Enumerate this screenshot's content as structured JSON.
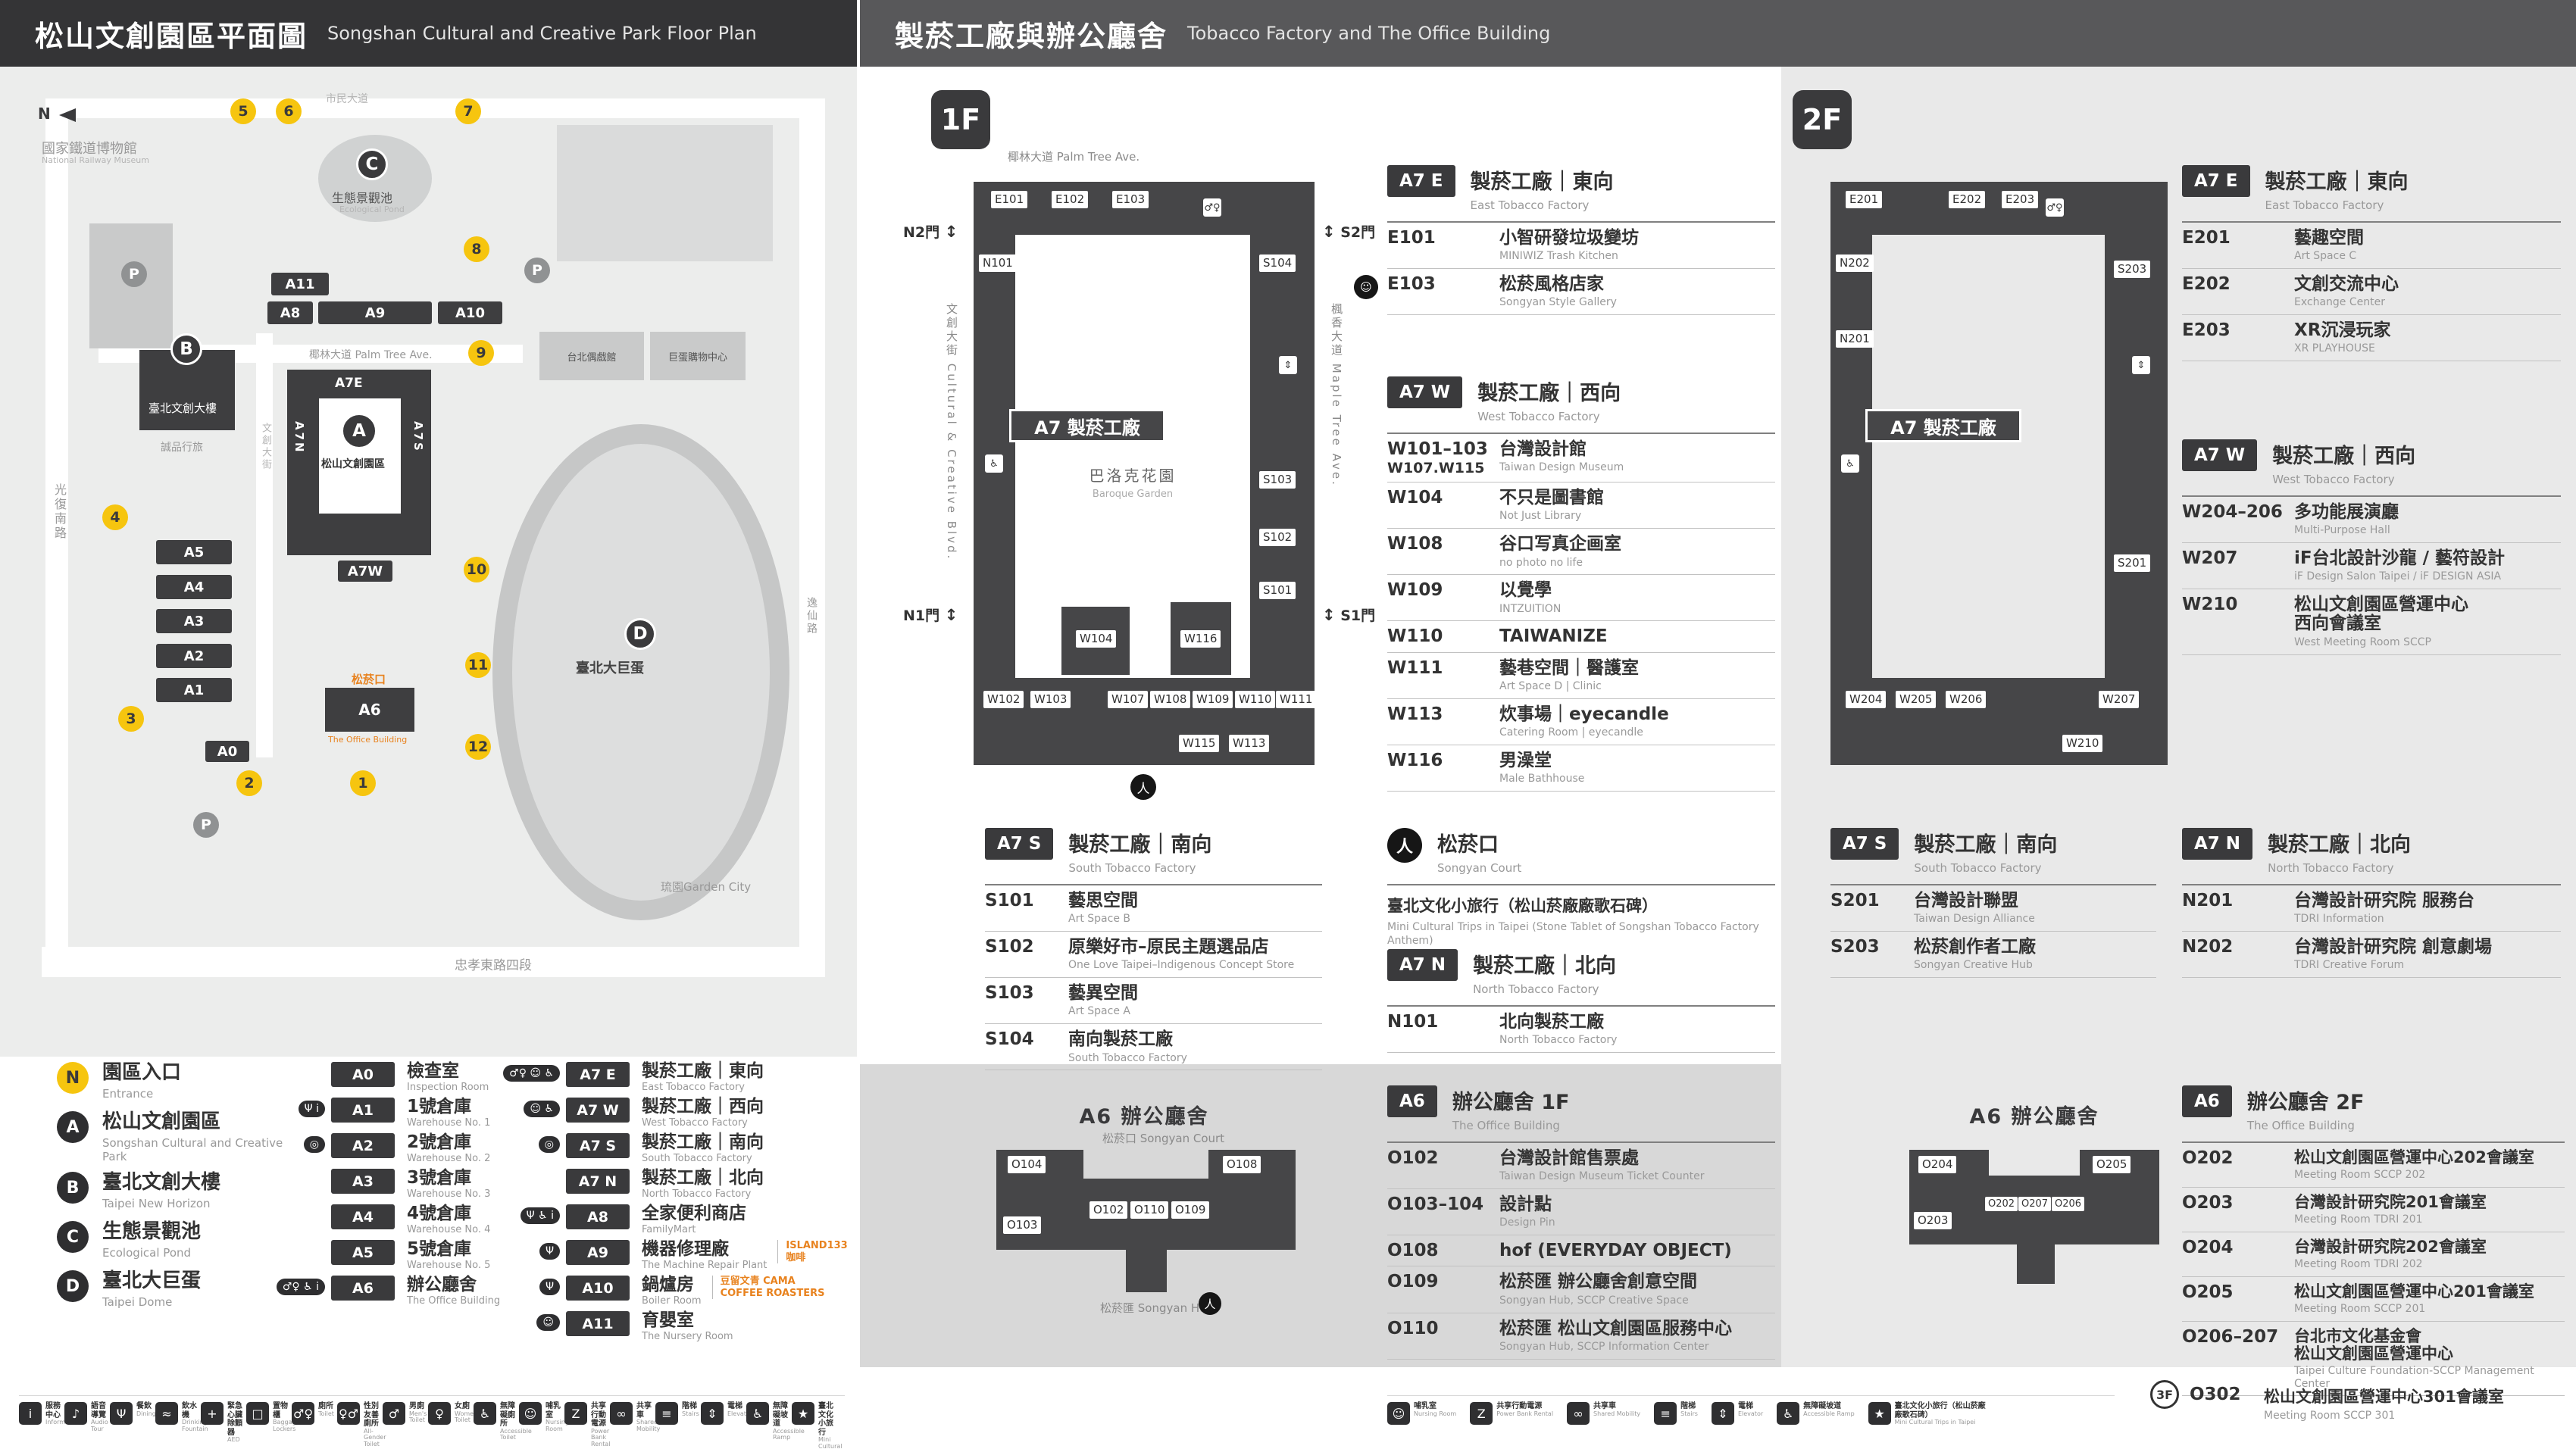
{
  "left_panel": {
    "header": {
      "zh": "松山文創園區平面圖",
      "en": "Songshan Cultural and Creative Park Floor Plan"
    },
    "map": {
      "north": "N",
      "streets": {
        "top": "市民大道",
        "left": "光復南路",
        "right": "逸仙路",
        "bottom": "忠孝東路四段",
        "palm": "椰林大道 Palm Tree Ave.",
        "cc": "文創大街"
      },
      "pois": {
        "railway_zh": "國家鐵道博物館",
        "railway_en": "National Railway Museum",
        "pond_zh": "生態景觀池",
        "pond_en": "Ecological Pond",
        "bhz_zh": "臺北文創大樓",
        "eslite": "誠品行旅",
        "puppet": "台北偶戲館",
        "mall": "巨蛋購物中心",
        "park_zh": "松山文創園區",
        "dome_zh": "臺北大巨蛋",
        "court": "松菸口",
        "office_en": "The Office Building",
        "garden_city": "琉園Garden City",
        "p": "P"
      },
      "badges": {
        "a": "A",
        "b": "B",
        "c": "C",
        "d": "D"
      },
      "blocks": {
        "a11": "A11",
        "a8": "A8",
        "a9": "A9",
        "a10": "A10",
        "a7e": "A7E",
        "a7n": "A7N",
        "a7s": "A7S",
        "a7w": "A7W",
        "a5": "A5",
        "a4": "A4",
        "a3": "A3",
        "a2": "A2",
        "a1": "A1",
        "a0": "A0",
        "a6": "A6"
      },
      "entrances": [
        "1",
        "2",
        "3",
        "4",
        "5",
        "6",
        "7",
        "8",
        "9",
        "10",
        "11",
        "12"
      ]
    },
    "legend": {
      "entrance": {
        "badge": "N",
        "zh": "園區入口",
        "en": "Entrance"
      },
      "landmarks": [
        {
          "badge": "A",
          "zh": "松山文創園區",
          "en": "Songshan Cultural and Creative Park"
        },
        {
          "badge": "B",
          "zh": "臺北文創大樓",
          "en": "Taipei New Horizon"
        },
        {
          "badge": "C",
          "zh": "生態景觀池",
          "en": "Ecological Pond"
        },
        {
          "badge": "D",
          "zh": "臺北大巨蛋",
          "en": "Taipei Dome"
        }
      ],
      "col2": [
        {
          "code": "A0",
          "zh": "檢查室",
          "en": "Inspection Room"
        },
        {
          "code": "A1",
          "zh": "1號倉庫",
          "en": "Warehouse No. 1",
          "icons": "Ψ i"
        },
        {
          "code": "A2",
          "zh": "2號倉庫",
          "en": "Warehouse No. 2",
          "icons": "◎"
        },
        {
          "code": "A3",
          "zh": "3號倉庫",
          "en": "Warehouse No. 3"
        },
        {
          "code": "A4",
          "zh": "4號倉庫",
          "en": "Warehouse No. 4"
        },
        {
          "code": "A5",
          "zh": "5號倉庫",
          "en": "Warehouse No. 5"
        },
        {
          "code": "A6",
          "zh": "辦公廳舍",
          "en": "The Office Building",
          "icons": "♂♀ ♿ i"
        }
      ],
      "col3": [
        {
          "code": "A7 E",
          "zh": "製菸工廠｜東向",
          "en": "East Tobacco Factory",
          "icons": "♂♀ ☺ ♿"
        },
        {
          "code": "A7 W",
          "zh": "製菸工廠｜西向",
          "en": "West Tobacco Factory",
          "icons": "☺ ♿"
        },
        {
          "code": "A7 S",
          "zh": "製菸工廠｜南向",
          "en": "South Tobacco Factory",
          "icons": "◎"
        },
        {
          "code": "A7 N",
          "zh": "製菸工廠｜北向",
          "en": "North Tobacco Factory"
        },
        {
          "code": "A8",
          "zh": "全家便利商店",
          "en": "FamilyMart",
          "icons": "Ψ ♿ i"
        },
        {
          "code": "A9",
          "zh": "機器修理廠",
          "en": "The Machine Repair Plant",
          "extra": "ISLAND133 咖啡",
          "icons": "Ψ"
        },
        {
          "code": "A10",
          "zh": "鍋爐房",
          "en": "Boiler Room",
          "extra": "豆留文青 CAMA COFFEE ROASTERS",
          "icons": "Ψ"
        },
        {
          "code": "A11",
          "zh": "育嬰室",
          "en": "The Nursery Room",
          "icons": "☺"
        }
      ]
    },
    "strip": [
      {
        "g": "i",
        "zh": "服務中心",
        "en": "Information"
      },
      {
        "g": "♪",
        "zh": "語音導覽",
        "en": "Audio Tour"
      },
      {
        "g": "Ψ",
        "zh": "餐飲",
        "en": "Dining"
      },
      {
        "g": "≈",
        "zh": "飲水機",
        "en": "Drinking Fountain"
      },
      {
        "g": "+",
        "zh": "緊急心臟除顫器",
        "en": "AED"
      },
      {
        "g": "□",
        "zh": "置物櫃",
        "en": "Baggage Lockers"
      },
      {
        "g": "♂♀",
        "zh": "廁所",
        "en": "Toilet"
      },
      {
        "g": "♀♂",
        "zh": "性別友善廁所",
        "en": "All-Gender Toilet"
      },
      {
        "g": "♂",
        "zh": "男廁",
        "en": "Men's Toilet"
      },
      {
        "g": "♀",
        "zh": "女廁",
        "en": "Women's Toilet"
      },
      {
        "g": "♿",
        "zh": "無障礙廁所",
        "en": "Accessible Toilet"
      },
      {
        "g": "☺",
        "zh": "哺乳室",
        "en": "Nursing Room"
      },
      {
        "g": "Z",
        "zh": "共享行動電源",
        "en": "Power Bank Rental"
      },
      {
        "g": "∞",
        "zh": "共享車",
        "en": "Shared Mobility"
      },
      {
        "g": "≡",
        "zh": "階梯",
        "en": "Stairs"
      },
      {
        "g": "⇕",
        "zh": "電梯",
        "en": "Elevator"
      },
      {
        "g": "♿",
        "zh": "無障礙坡道",
        "en": "Accessible Ramp"
      },
      {
        "g": "★",
        "zh": "臺北文化小旅行",
        "en": "Mini Cultural Trips in Taipei"
      }
    ]
  },
  "right_panel": {
    "header": {
      "zh": "製菸工廠與辦公廳舍",
      "en": "Tobacco Factory and The Office Building"
    },
    "f1": {
      "badge": "1F",
      "plan": {
        "street_top": "椰林大道 Palm Tree Ave.",
        "street_left": "文創大街 Cultural & Creative Blvd.",
        "street_right": "楓香大道 Maple Tree Ave.",
        "arrow": "↕",
        "gates": [
          "N2門",
          "S2門",
          "N1門",
          "S1門"
        ],
        "center": "A7 製菸工廠",
        "garden_zh": "巴洛克花園",
        "garden_en": "Baroque Garden",
        "person": "人",
        "rooms_top": [
          "E101",
          "E102",
          "E103"
        ],
        "rooms_left": [
          "N101"
        ],
        "rooms_right": [
          "S104",
          "S103",
          "S102",
          "S101"
        ],
        "rooms_bottom": [
          "W102",
          "W103",
          "W107",
          "W108",
          "W109",
          "W110",
          "W111"
        ],
        "rooms_inner": [
          "W104",
          "W116"
        ],
        "rooms_bottom2": [
          "W115",
          "W113"
        ]
      },
      "sections": [
        {
          "code": "A7 E",
          "zh": "製菸工廠｜東向",
          "en": "East Tobacco Factory",
          "items": [
            {
              "code": "E101",
              "zh": "小智研發垃圾變坊",
              "en": "MINIWIZ Trash Kitchen"
            },
            {
              "code": "E103",
              "zh": "松菸風格店家",
              "en": "Songyan Style Gallery",
              "icon": "☺"
            }
          ]
        },
        {
          "code": "A7 W",
          "zh": "製菸工廠｜西向",
          "en": "West Tobacco Factory",
          "items": [
            {
              "code": "W101–103",
              "code2": "W107.W115",
              "zh": "台灣設計館",
              "en": "Taiwan Design Museum"
            },
            {
              "code": "W104",
              "zh": "不只是圖書館",
              "en": "Not Just Library"
            },
            {
              "code": "W108",
              "zh": "谷口写真企画室",
              "en": "no photo no life"
            },
            {
              "code": "W109",
              "zh": "以覺學",
              "en": "INTZUITION"
            },
            {
              "code": "W110",
              "zh": "TAIWANIZE"
            },
            {
              "code": "W111",
              "zh": "藝巷空間｜醫護室",
              "en": "Art Space D | Clinic"
            },
            {
              "code": "W113",
              "zh": "炊事場｜eyecandle",
              "en": "Catering Room | eyecandle"
            },
            {
              "code": "W116",
              "zh": "男澡堂",
              "en": "Male Bathhouse"
            }
          ]
        },
        {
          "code": "A7 S",
          "zh": "製菸工廠｜南向",
          "en": "South Tobacco Factory",
          "items": [
            {
              "code": "S101",
              "zh": "藝思空間",
              "en": "Art Space B"
            },
            {
              "code": "S102",
              "zh": "原樂好市–原民主題選品店",
              "en": "One Love Taipei–Indigenous Concept Store"
            },
            {
              "code": "S103",
              "zh": "藝異空間",
              "en": "Art Space A"
            },
            {
              "code": "S104",
              "zh": "南向製菸工廠",
              "en": "South Tobacco Factory"
            }
          ]
        },
        {
          "code": "A7 N",
          "zh": "製菸工廠｜北向",
          "en": "North Tobacco Factory",
          "items": [
            {
              "code": "N101",
              "zh": "北向製菸工廠",
              "en": "North Tobacco Factory"
            }
          ]
        }
      ],
      "court": {
        "icon": "人",
        "zh": "松菸口",
        "en": "Songyan Court",
        "line_zh": "臺北文化小旅行（松山菸廠廠歌石碑）",
        "line_en": "Mini Cultural Trips in Taipei (Stone Tablet of Songshan Tobacco Factory Anthem)"
      }
    },
    "a6f1": {
      "title": "A6 辦公廳舍",
      "code": "A6",
      "zh": "辦公廳舍 1F",
      "en": "The Office Building",
      "court": "松菸口 Songyan Court",
      "hub": "松菸匯 Songyan Hub",
      "person": "人",
      "rooms": [
        "O104",
        "O103",
        "O102",
        "O110",
        "O109",
        "O108"
      ],
      "items": [
        {
          "code": "O102",
          "zh": "台灣設計館售票處",
          "en": "Taiwan Design Museum Ticket Counter"
        },
        {
          "code": "O103–104",
          "zh": "設計點",
          "en": "Design Pin"
        },
        {
          "code": "O108",
          "zh": "hof (EVERYDAY OBJECT)"
        },
        {
          "code": "O109",
          "zh": "松菸匯 辦公廳舍創意空間",
          "en": "Songyan Hub, SCCP Creative Space"
        },
        {
          "code": "O110",
          "zh": "松菸匯 松山文創園區服務中心",
          "en": "Songyan Hub, SCCP Information Center"
        }
      ]
    },
    "f2": {
      "badge": "2F",
      "plan": {
        "center": "A7 製菸工廠",
        "rooms_top": [
          "E201",
          "E202",
          "E203"
        ],
        "rooms_left": [
          "N202",
          "N201"
        ],
        "rooms_right": [
          "S203",
          "S201"
        ],
        "rooms_bottom": [
          "W204",
          "W205",
          "W206",
          "W207"
        ],
        "rooms_bottom2": [
          "W210"
        ]
      },
      "sections": [
        {
          "code": "A7 E",
          "zh": "製菸工廠｜東向",
          "en": "East Tobacco Factory",
          "items": [
            {
              "code": "E201",
              "zh": "藝趣空間",
              "en": "Art Space C"
            },
            {
              "code": "E202",
              "zh": "文創交流中心",
              "en": "Exchange Center"
            },
            {
              "code": "E203",
              "zh": "XR沉浸玩家",
              "en": "XR PLAYHOUSE"
            }
          ]
        },
        {
          "code": "A7 W",
          "zh": "製菸工廠｜西向",
          "en": "West Tobacco Factory",
          "items": [
            {
              "code": "W204–206",
              "zh": "多功能展演廳",
              "en": "Multi-Purpose Hall"
            },
            {
              "code": "W207",
              "zh": "iF台北設計沙龍 / 藝符設計",
              "en": "iF Design Salon Taipei / iF DESIGN ASIA"
            },
            {
              "code": "W210",
              "zh": "松山文創園區營運中心",
              "zh2": "西向會議室",
              "en": "West Meeting Room SCCP"
            }
          ]
        },
        {
          "code": "A7 S",
          "zh": "製菸工廠｜南向",
          "en": "South Tobacco Factory",
          "items": [
            {
              "code": "S201",
              "zh": "台灣設計聯盟",
              "en": "Taiwan Design Alliance"
            },
            {
              "code": "S203",
              "zh": "松菸創作者工廠",
              "en": "Songyan Creative Hub"
            }
          ]
        },
        {
          "code": "A7 N",
          "zh": "製菸工廠｜北向",
          "en": "North Tobacco Factory",
          "items": [
            {
              "code": "N201",
              "zh": "台灣設計研究院 服務台",
              "en": "TDRI Information"
            },
            {
              "code": "N202",
              "zh": "台灣設計研究院 創意劇場",
              "en": "TDRI Creative Forum"
            }
          ]
        }
      ]
    },
    "a6f2": {
      "title": "A6 辦公廳舍",
      "code": "A6",
      "zh": "辦公廳舍 2F",
      "en": "The Office Building",
      "rooms": [
        "O204",
        "O203",
        "O202",
        "O207",
        "O206",
        "O205"
      ],
      "items": [
        {
          "code": "O202",
          "zh": "松山文創園區營運中心202會議室",
          "en": "Meeting Room SCCP 202"
        },
        {
          "code": "O203",
          "zh": "台灣設計研究院201會議室",
          "en": "Meeting Room TDRI 201"
        },
        {
          "code": "O204",
          "zh": "台灣設計研究院202會議室",
          "en": "Meeting Room TDRI 202"
        },
        {
          "code": "O205",
          "zh": "松山文創園區營運中心201會議室",
          "en": "Meeting Room SCCP 201"
        },
        {
          "code": "O206–207",
          "zh": "台北市文化基金會",
          "zh2": "松山文創園區營運中心",
          "en": "Taipei Culture Foundation-SCCP Management Center"
        }
      ],
      "o302": {
        "floor": "3F",
        "code": "O302",
        "zh": "松山文創園區營運中心301會議室",
        "en": "Meeting Room SCCP 301"
      }
    },
    "strip": [
      {
        "g": "☺",
        "zh": "哺乳室",
        "en": "Nursing Room"
      },
      {
        "g": "Z",
        "zh": "共享行動電源",
        "en": "Power Bank Rental"
      },
      {
        "g": "∞",
        "zh": "共享車",
        "en": "Shared Mobility"
      },
      {
        "g": "≡",
        "zh": "階梯",
        "en": "Stairs"
      },
      {
        "g": "⇕",
        "zh": "電梯",
        "en": "Elevator"
      },
      {
        "g": "♿",
        "zh": "無障礙坡道",
        "en": "Accessible Ramp"
      },
      {
        "g": "★",
        "zh": "臺北文化小旅行（松山菸廠廠歌石碑）",
        "en": "Mini Cultural Trips in Taipei"
      }
    ]
  }
}
